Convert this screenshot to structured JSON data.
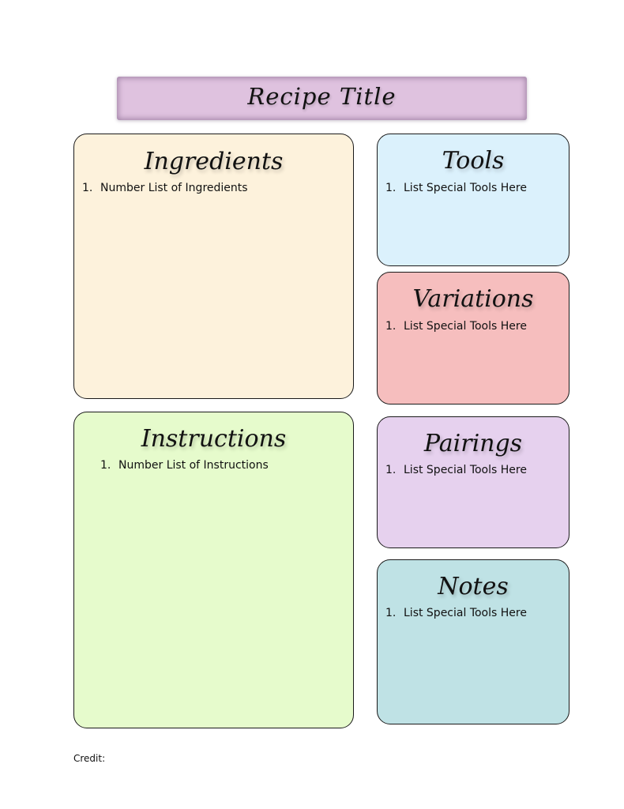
{
  "recipe_title": "Recipe Title",
  "colors": {
    "banner": "#dfc2df",
    "ingredients": "#fdf2dc",
    "instructions": "#e6fbcc",
    "tools": "#dbf1fc",
    "variations": "#f6bebe",
    "pairings": "#e6d1ee",
    "notes": "#bfe2e5"
  },
  "sections": {
    "ingredients": {
      "title": "Ingredients",
      "items": [
        {
          "number": "1.",
          "text": "Number List of Ingredients"
        }
      ]
    },
    "instructions": {
      "title": "Instructions",
      "items": [
        {
          "number": "1.",
          "text": "Number List of Instructions"
        }
      ]
    },
    "tools": {
      "title": "Tools",
      "items": [
        {
          "number": "1.",
          "text": "List Special Tools Here"
        }
      ]
    },
    "variations": {
      "title": "Variations",
      "items": [
        {
          "number": "1.",
          "text": "List Special Tools Here"
        }
      ]
    },
    "pairings": {
      "title": "Pairings",
      "items": [
        {
          "number": "1.",
          "text": "List Special Tools Here"
        }
      ]
    },
    "notes": {
      "title": "Notes",
      "items": [
        {
          "number": "1.",
          "text": "List Special Tools Here"
        }
      ]
    }
  },
  "footer": {
    "credit_label": "Credit:"
  }
}
